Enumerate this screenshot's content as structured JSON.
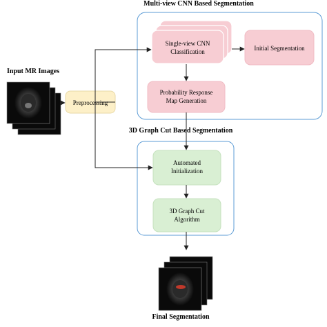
{
  "sections": {
    "cnn_title": "Multi-view CNN Based Segmentation",
    "graph_cut_title": "3D Graph Cut Based Segmentation"
  },
  "input": {
    "label": "Input MR Images"
  },
  "output": {
    "label": "Final Segmentation"
  },
  "nodes": {
    "preprocessing": "Preprocessing",
    "cnn_line1": "Single-view CNN",
    "cnn_line2": "Classification",
    "initial_seg": "Initial Segmentation",
    "prob_line1": "Probability Response",
    "prob_line2": "Map Generation",
    "auto_line1": "Automated",
    "auto_line2": "Initialization",
    "gc_line1": "3D Graph Cut",
    "gc_line2": "Algorithm"
  },
  "colors": {
    "preprocessing_fill": "#fdf0c8",
    "cnn_fill": "#f7cdd3",
    "graph_cut_fill": "#d9efd3",
    "group_border": "#5b9bd5",
    "arrow": "#222222",
    "mri_background": "#0a0a0a",
    "segmentation_highlight": "#c0392b"
  }
}
